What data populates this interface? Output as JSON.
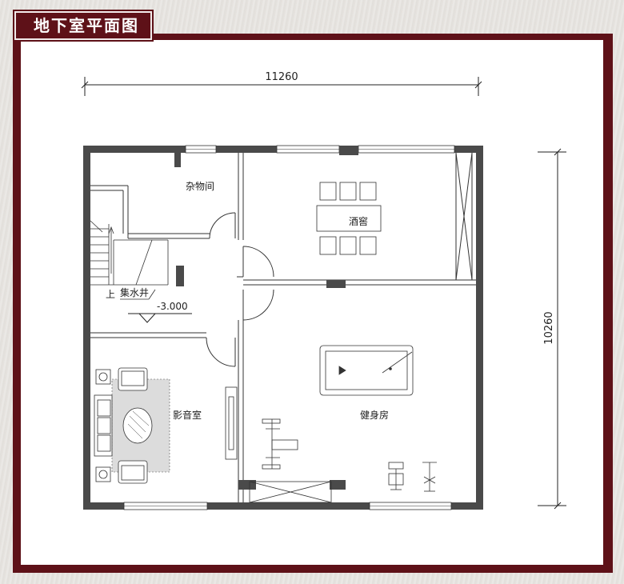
{
  "title": "地下室平面图",
  "dimensions": {
    "width": "11260",
    "height": "10260"
  },
  "rooms": {
    "storage": "杂物间",
    "wine_cellar": "酒窖",
    "sump_pit": "集水井",
    "theater": "影音室",
    "gym": "健身房"
  },
  "stair": {
    "up_label": "上"
  },
  "elevation": "-3.000",
  "colors": {
    "frame": "#5e1118",
    "wall": "#4a4a4a",
    "line": "#222222"
  }
}
